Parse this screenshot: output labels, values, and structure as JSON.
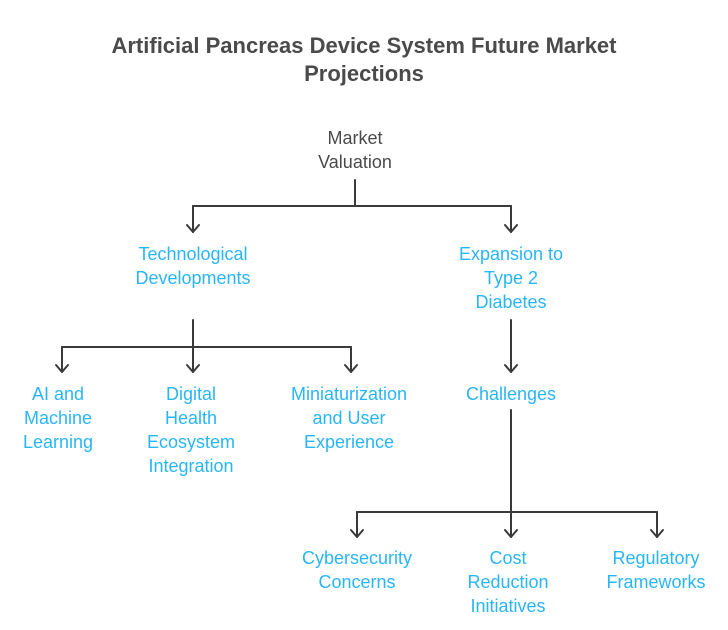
{
  "title": "Artificial Pancreas Device System Future Market Projections",
  "colors": {
    "title_text": "#4a4a4a",
    "root_text": "#4a4a4a",
    "node_text": "#29b6f6",
    "connector": "#3a3a3a",
    "background": "#ffffff"
  },
  "nodes": {
    "root": "Market\nValuation",
    "tech": "Technological\nDevelopments",
    "expansion": "Expansion to\nType 2\nDiabetes",
    "ai": "AI and\nMachine\nLearning",
    "digital": "Digital\nHealth\nEcosystem\nIntegration",
    "mini": "Miniaturization\nand User\nExperience",
    "challenges": "Challenges",
    "cyber": "Cybersecurity\nConcerns",
    "cost": "Cost\nReduction\nInitiatives",
    "regulatory": "Regulatory\nFrameworks"
  }
}
